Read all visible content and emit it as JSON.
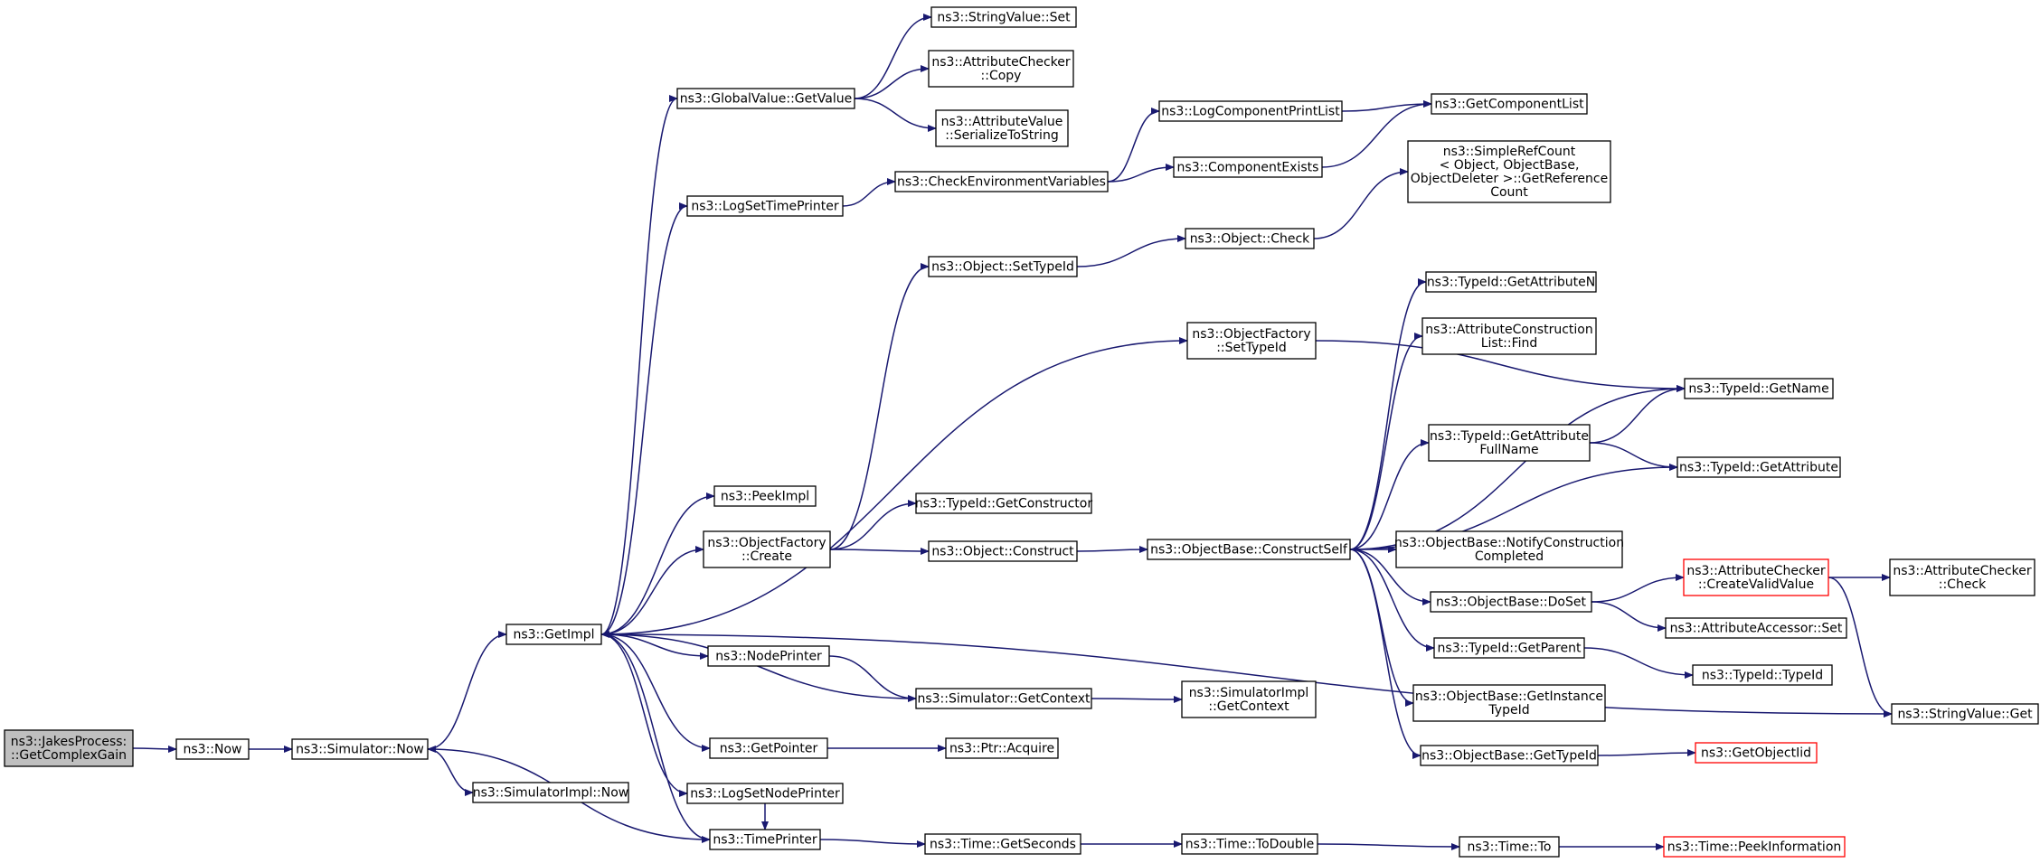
{
  "colors": {
    "edge": "#191970",
    "node_border": "#000000",
    "node_fill": "#ffffff",
    "truncated_border": "#ff0000",
    "root_fill": "#bfbfbf"
  },
  "nodes": [
    {
      "id": "root",
      "lines": [
        "ns3::JakesProcess:",
        "::GetComplexGain"
      ],
      "style": "root"
    },
    {
      "id": "now",
      "lines": [
        "ns3::Now"
      ]
    },
    {
      "id": "simnow",
      "lines": [
        "ns3::Simulator::Now"
      ]
    },
    {
      "id": "simimplnow",
      "lines": [
        "ns3::SimulatorImpl::Now"
      ]
    },
    {
      "id": "getimpl",
      "lines": [
        "ns3::GetImpl"
      ]
    },
    {
      "id": "gvget",
      "lines": [
        "ns3::GlobalValue::GetValue"
      ]
    },
    {
      "id": "svset",
      "lines": [
        "ns3::StringValue::Set"
      ]
    },
    {
      "id": "accopy",
      "lines": [
        "ns3::AttributeChecker",
        "::Copy"
      ]
    },
    {
      "id": "avser",
      "lines": [
        "ns3::AttributeValue",
        "::SerializeToString"
      ]
    },
    {
      "id": "logsettime",
      "lines": [
        "ns3::LogSetTimePrinter"
      ]
    },
    {
      "id": "checkenv",
      "lines": [
        "ns3::CheckEnvironmentVariables"
      ]
    },
    {
      "id": "logcpl",
      "lines": [
        "ns3::LogComponentPrintList"
      ]
    },
    {
      "id": "compexists",
      "lines": [
        "ns3::ComponentExists"
      ]
    },
    {
      "id": "getcomplist",
      "lines": [
        "ns3::GetComponentList"
      ]
    },
    {
      "id": "srcget",
      "lines": [
        "ns3::SimpleRefCount",
        "< Object, ObjectBase,",
        " ObjectDeleter >::GetReference",
        "Count"
      ]
    },
    {
      "id": "objcheck",
      "lines": [
        "ns3::Object::Check"
      ]
    },
    {
      "id": "objsettid",
      "lines": [
        "ns3::Object::SetTypeId"
      ]
    },
    {
      "id": "ofsettid",
      "lines": [
        "ns3::ObjectFactory",
        "::SetTypeId"
      ]
    },
    {
      "id": "tidgetattrn",
      "lines": [
        "ns3::TypeId::GetAttributeN"
      ]
    },
    {
      "id": "aclfind",
      "lines": [
        "ns3::AttributeConstruction",
        "List::Find"
      ]
    },
    {
      "id": "tidgetname",
      "lines": [
        "ns3::TypeId::GetName"
      ]
    },
    {
      "id": "tidgetattrfull",
      "lines": [
        "ns3::TypeId::GetAttribute",
        "FullName"
      ]
    },
    {
      "id": "tidgetattr",
      "lines": [
        "ns3::TypeId::GetAttribute"
      ]
    },
    {
      "id": "peekimpl",
      "lines": [
        "ns3::PeekImpl"
      ]
    },
    {
      "id": "ofcreate",
      "lines": [
        "ns3::ObjectFactory",
        "::Create"
      ]
    },
    {
      "id": "tidgetctor",
      "lines": [
        "ns3::TypeId::GetConstructor"
      ]
    },
    {
      "id": "objconstruct",
      "lines": [
        "ns3::Object::Construct"
      ]
    },
    {
      "id": "obconstructself",
      "lines": [
        "ns3::ObjectBase::ConstructSelf"
      ]
    },
    {
      "id": "obnotify",
      "lines": [
        "ns3::ObjectBase::NotifyConstruction",
        "Completed"
      ]
    },
    {
      "id": "accreate",
      "lines": [
        "ns3::AttributeChecker",
        "::CreateValidValue"
      ],
      "style": "truncated"
    },
    {
      "id": "accheck",
      "lines": [
        "ns3::AttributeChecker",
        "::Check"
      ]
    },
    {
      "id": "obdoset",
      "lines": [
        "ns3::ObjectBase::DoSet"
      ]
    },
    {
      "id": "aaset",
      "lines": [
        "ns3::AttributeAccessor::Set"
      ]
    },
    {
      "id": "tidgetparent",
      "lines": [
        "ns3::TypeId::GetParent"
      ]
    },
    {
      "id": "tidtypeid",
      "lines": [
        "ns3::TypeId::TypeId"
      ]
    },
    {
      "id": "obgetinst",
      "lines": [
        "ns3::ObjectBase::GetInstance",
        "TypeId"
      ]
    },
    {
      "id": "svget",
      "lines": [
        "ns3::StringValue::Get"
      ]
    },
    {
      "id": "nodeprinter",
      "lines": [
        "ns3::NodePrinter"
      ]
    },
    {
      "id": "simgetctx",
      "lines": [
        "ns3::Simulator::GetContext"
      ]
    },
    {
      "id": "simimplgetctx",
      "lines": [
        "ns3::SimulatorImpl",
        "::GetContext"
      ]
    },
    {
      "id": "getpointer",
      "lines": [
        "ns3::GetPointer"
      ]
    },
    {
      "id": "ptracquire",
      "lines": [
        "ns3::Ptr::Acquire"
      ]
    },
    {
      "id": "logsetnode",
      "lines": [
        "ns3::LogSetNodePrinter"
      ]
    },
    {
      "id": "obgettid",
      "lines": [
        "ns3::ObjectBase::GetTypeId"
      ]
    },
    {
      "id": "getobjiid",
      "lines": [
        "ns3::GetObjectIid"
      ],
      "style": "truncated"
    },
    {
      "id": "timeprinter",
      "lines": [
        "ns3::TimePrinter"
      ]
    },
    {
      "id": "timegetsec",
      "lines": [
        "ns3::Time::GetSeconds"
      ]
    },
    {
      "id": "timetodouble",
      "lines": [
        "ns3::Time::ToDouble"
      ]
    },
    {
      "id": "timeto",
      "lines": [
        "ns3::Time::To"
      ]
    },
    {
      "id": "timepeek",
      "lines": [
        "ns3::Time::PeekInformation"
      ],
      "style": "truncated"
    }
  ],
  "edges": [
    [
      "root",
      "now"
    ],
    [
      "now",
      "simnow"
    ],
    [
      "simnow",
      "simimplnow"
    ],
    [
      "simnow",
      "getimpl"
    ],
    [
      "getimpl",
      "gvget"
    ],
    [
      "gvget",
      "svset"
    ],
    [
      "gvget",
      "accopy"
    ],
    [
      "gvget",
      "avser"
    ],
    [
      "getimpl",
      "logsettime"
    ],
    [
      "logsettime",
      "checkenv"
    ],
    [
      "checkenv",
      "logcpl"
    ],
    [
      "checkenv",
      "compexists"
    ],
    [
      "logcpl",
      "getcomplist"
    ],
    [
      "compexists",
      "getcomplist"
    ],
    [
      "getimpl",
      "ofsettid"
    ],
    [
      "ofsettid",
      "tidgetname"
    ],
    [
      "getimpl",
      "peekimpl"
    ],
    [
      "getimpl",
      "ofcreate"
    ],
    [
      "ofcreate",
      "objsettid"
    ],
    [
      "objsettid",
      "objcheck"
    ],
    [
      "objcheck",
      "srcget"
    ],
    [
      "ofcreate",
      "tidgetctor"
    ],
    [
      "ofcreate",
      "objconstruct"
    ],
    [
      "objconstruct",
      "obconstructself"
    ],
    [
      "obconstructself",
      "tidgetattrn"
    ],
    [
      "obconstructself",
      "aclfind"
    ],
    [
      "obconstructself",
      "tidgetname"
    ],
    [
      "obconstructself",
      "tidgetattrfull"
    ],
    [
      "obconstructself",
      "tidgetattr"
    ],
    [
      "obconstructself",
      "obnotify"
    ],
    [
      "obconstructself",
      "obdoset"
    ],
    [
      "obconstructself",
      "tidgetparent"
    ],
    [
      "obconstructself",
      "obgetinst"
    ],
    [
      "obconstructself",
      "obgettid"
    ],
    [
      "tidgetattrfull",
      "tidgetname"
    ],
    [
      "tidgetattrfull",
      "tidgetattr"
    ],
    [
      "obdoset",
      "accreate"
    ],
    [
      "obdoset",
      "aaset"
    ],
    [
      "accreate",
      "accheck"
    ],
    [
      "accreate",
      "svget"
    ],
    [
      "tidgetparent",
      "tidtypeid"
    ],
    [
      "obgettid",
      "getobjiid"
    ],
    [
      "getimpl",
      "svget"
    ],
    [
      "getimpl",
      "nodeprinter"
    ],
    [
      "nodeprinter",
      "simgetctx"
    ],
    [
      "simgetctx",
      "getimpl"
    ],
    [
      "simgetctx",
      "simimplgetctx"
    ],
    [
      "getimpl",
      "getpointer"
    ],
    [
      "getpointer",
      "ptracquire"
    ],
    [
      "getimpl",
      "logsetnode"
    ],
    [
      "getimpl",
      "timeprinter"
    ],
    [
      "timeprinter",
      "simnow"
    ],
    [
      "timeprinter",
      "timegetsec"
    ],
    [
      "timegetsec",
      "timetodouble"
    ],
    [
      "timetodouble",
      "timeto"
    ],
    [
      "timeto",
      "timepeek"
    ],
    [
      "getimpl",
      "timeprinter"
    ],
    [
      "logsetnode",
      "timeprinter"
    ]
  ]
}
